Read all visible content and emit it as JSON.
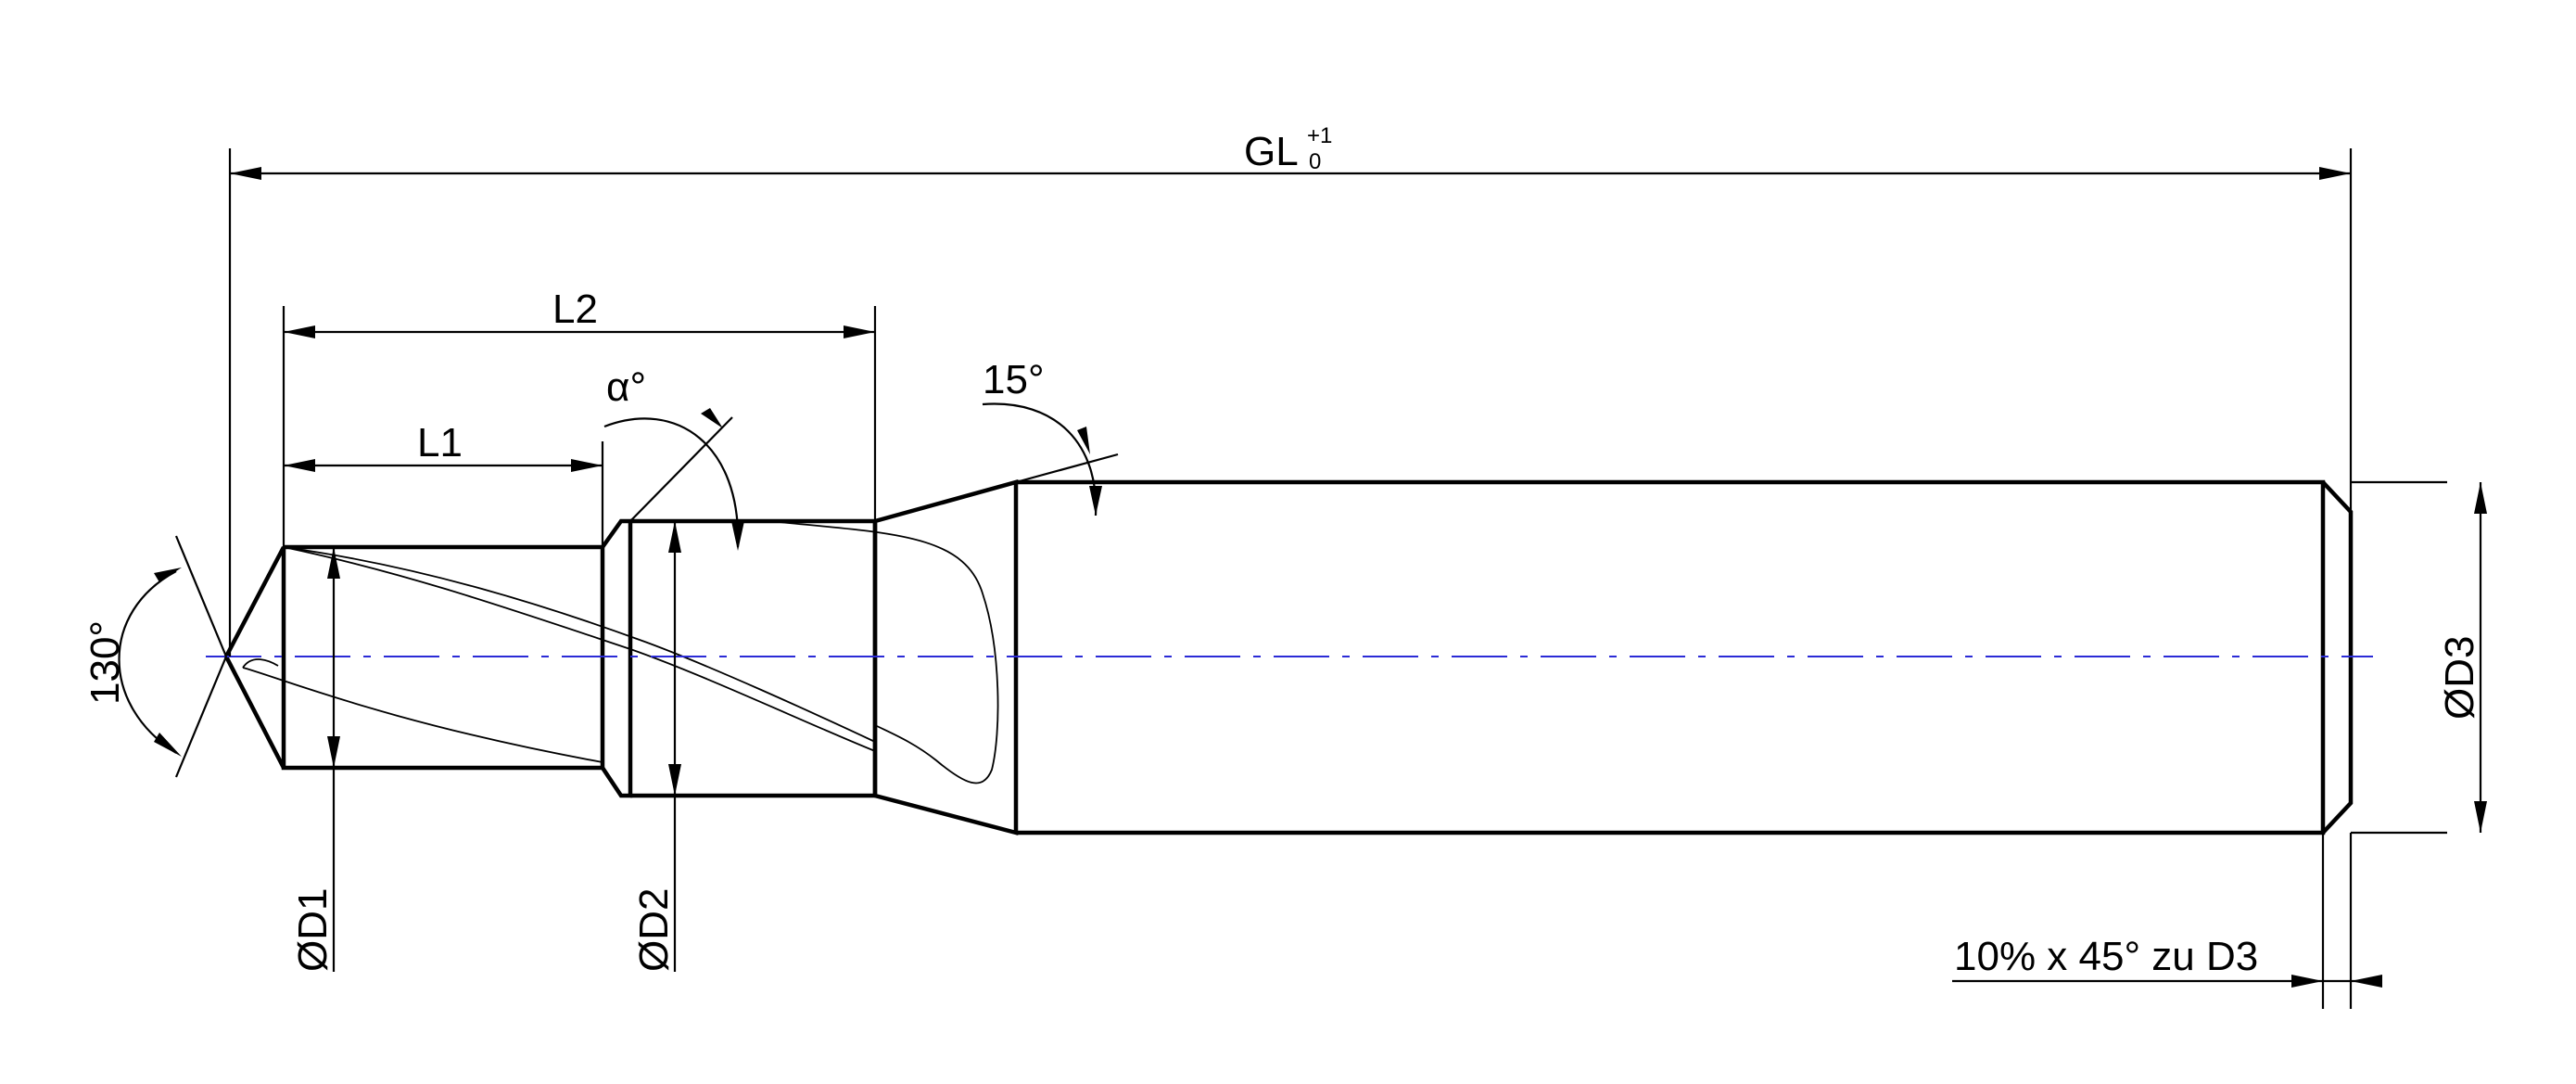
{
  "labels": {
    "overall_length": "GL",
    "overall_length_upper_tol": "+1",
    "overall_length_lower_tol": "0",
    "length_1": "L1",
    "length_2": "L2",
    "helix_angle": "α°",
    "taper_angle": "15°",
    "point_angle": "130°",
    "diameter_1": "ØD1",
    "diameter_2": "ØD2",
    "diameter_3": "ØD3",
    "chamfer_note": "10% x 45° zu D3"
  },
  "colors": {
    "outline": "#000000",
    "center_axis": "#2b2bd6",
    "background": "#ffffff"
  }
}
